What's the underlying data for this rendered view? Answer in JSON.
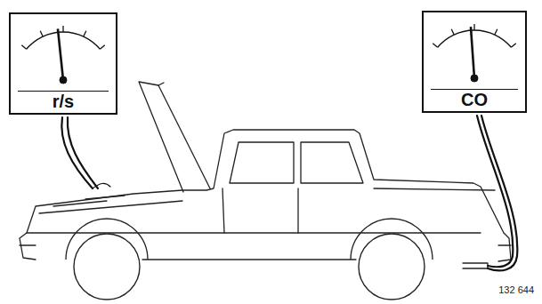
{
  "diagram": {
    "nodes": [
      {
        "text": [
          "r/s"
        ]
      },
      {
        "text": [
          "CO"
        ]
      }
    ],
    "labels": [
      "132 644"
    ]
  }
}
